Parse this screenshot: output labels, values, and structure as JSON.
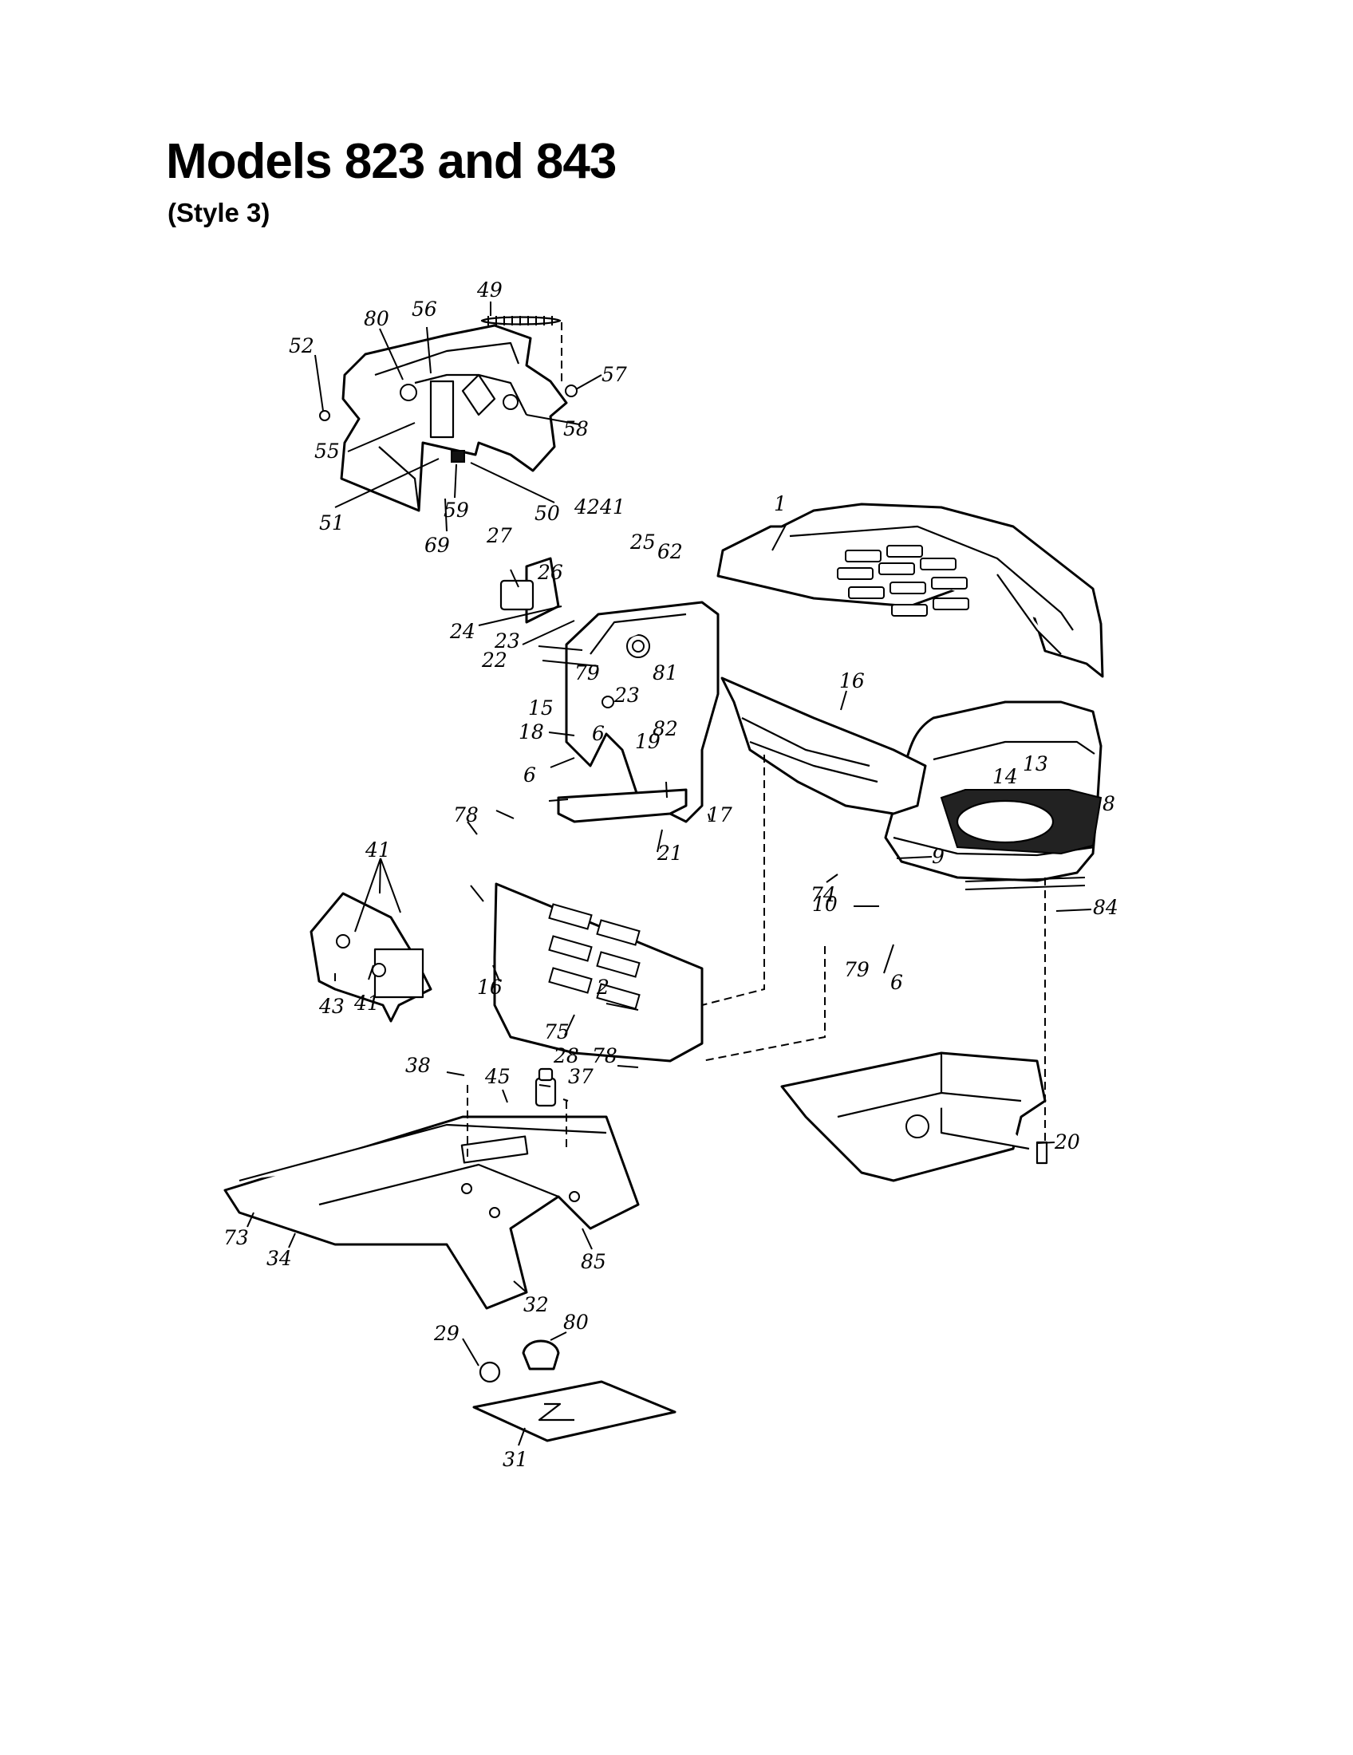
{
  "title": "Models 823 and 843",
  "subtitle": "(Style 3)",
  "part_numbers": {
    "p1": "1",
    "p2": "2",
    "p6a": "6",
    "p6b": "6",
    "p6c": "6",
    "p8": "8",
    "p9": "9",
    "p10": "10",
    "p13": "13",
    "p14": "14",
    "p15": "15",
    "p16a": "16",
    "p16b": "16",
    "p17": "17",
    "p18": "18",
    "p19": "19",
    "p20": "20",
    "p21": "21",
    "p22": "22",
    "p23a": "23",
    "p23b": "23",
    "p24": "24",
    "p25": "25",
    "p26": "26",
    "p27": "27",
    "p28": "28",
    "p29": "29",
    "p31": "31",
    "p32": "32",
    "p34": "34",
    "p37": "37",
    "p38": "38",
    "p41a": "41",
    "p41b": "41",
    "p41c": "41",
    "p42": "42",
    "p43": "43",
    "p45": "45",
    "p49": "49",
    "p50": "50",
    "p51": "51",
    "p52": "52",
    "p55": "55",
    "p56": "56",
    "p57": "57",
    "p58": "58",
    "p59": "59",
    "p62": "62",
    "p69": "69",
    "p73": "73",
    "p74": "74",
    "p75": "75",
    "p78a": "78",
    "p78b": "78",
    "p79a": "79",
    "p79b": "79",
    "p80a": "80",
    "p80b": "80",
    "p81": "81",
    "p82": "82",
    "p84": "84",
    "p85": "85"
  }
}
